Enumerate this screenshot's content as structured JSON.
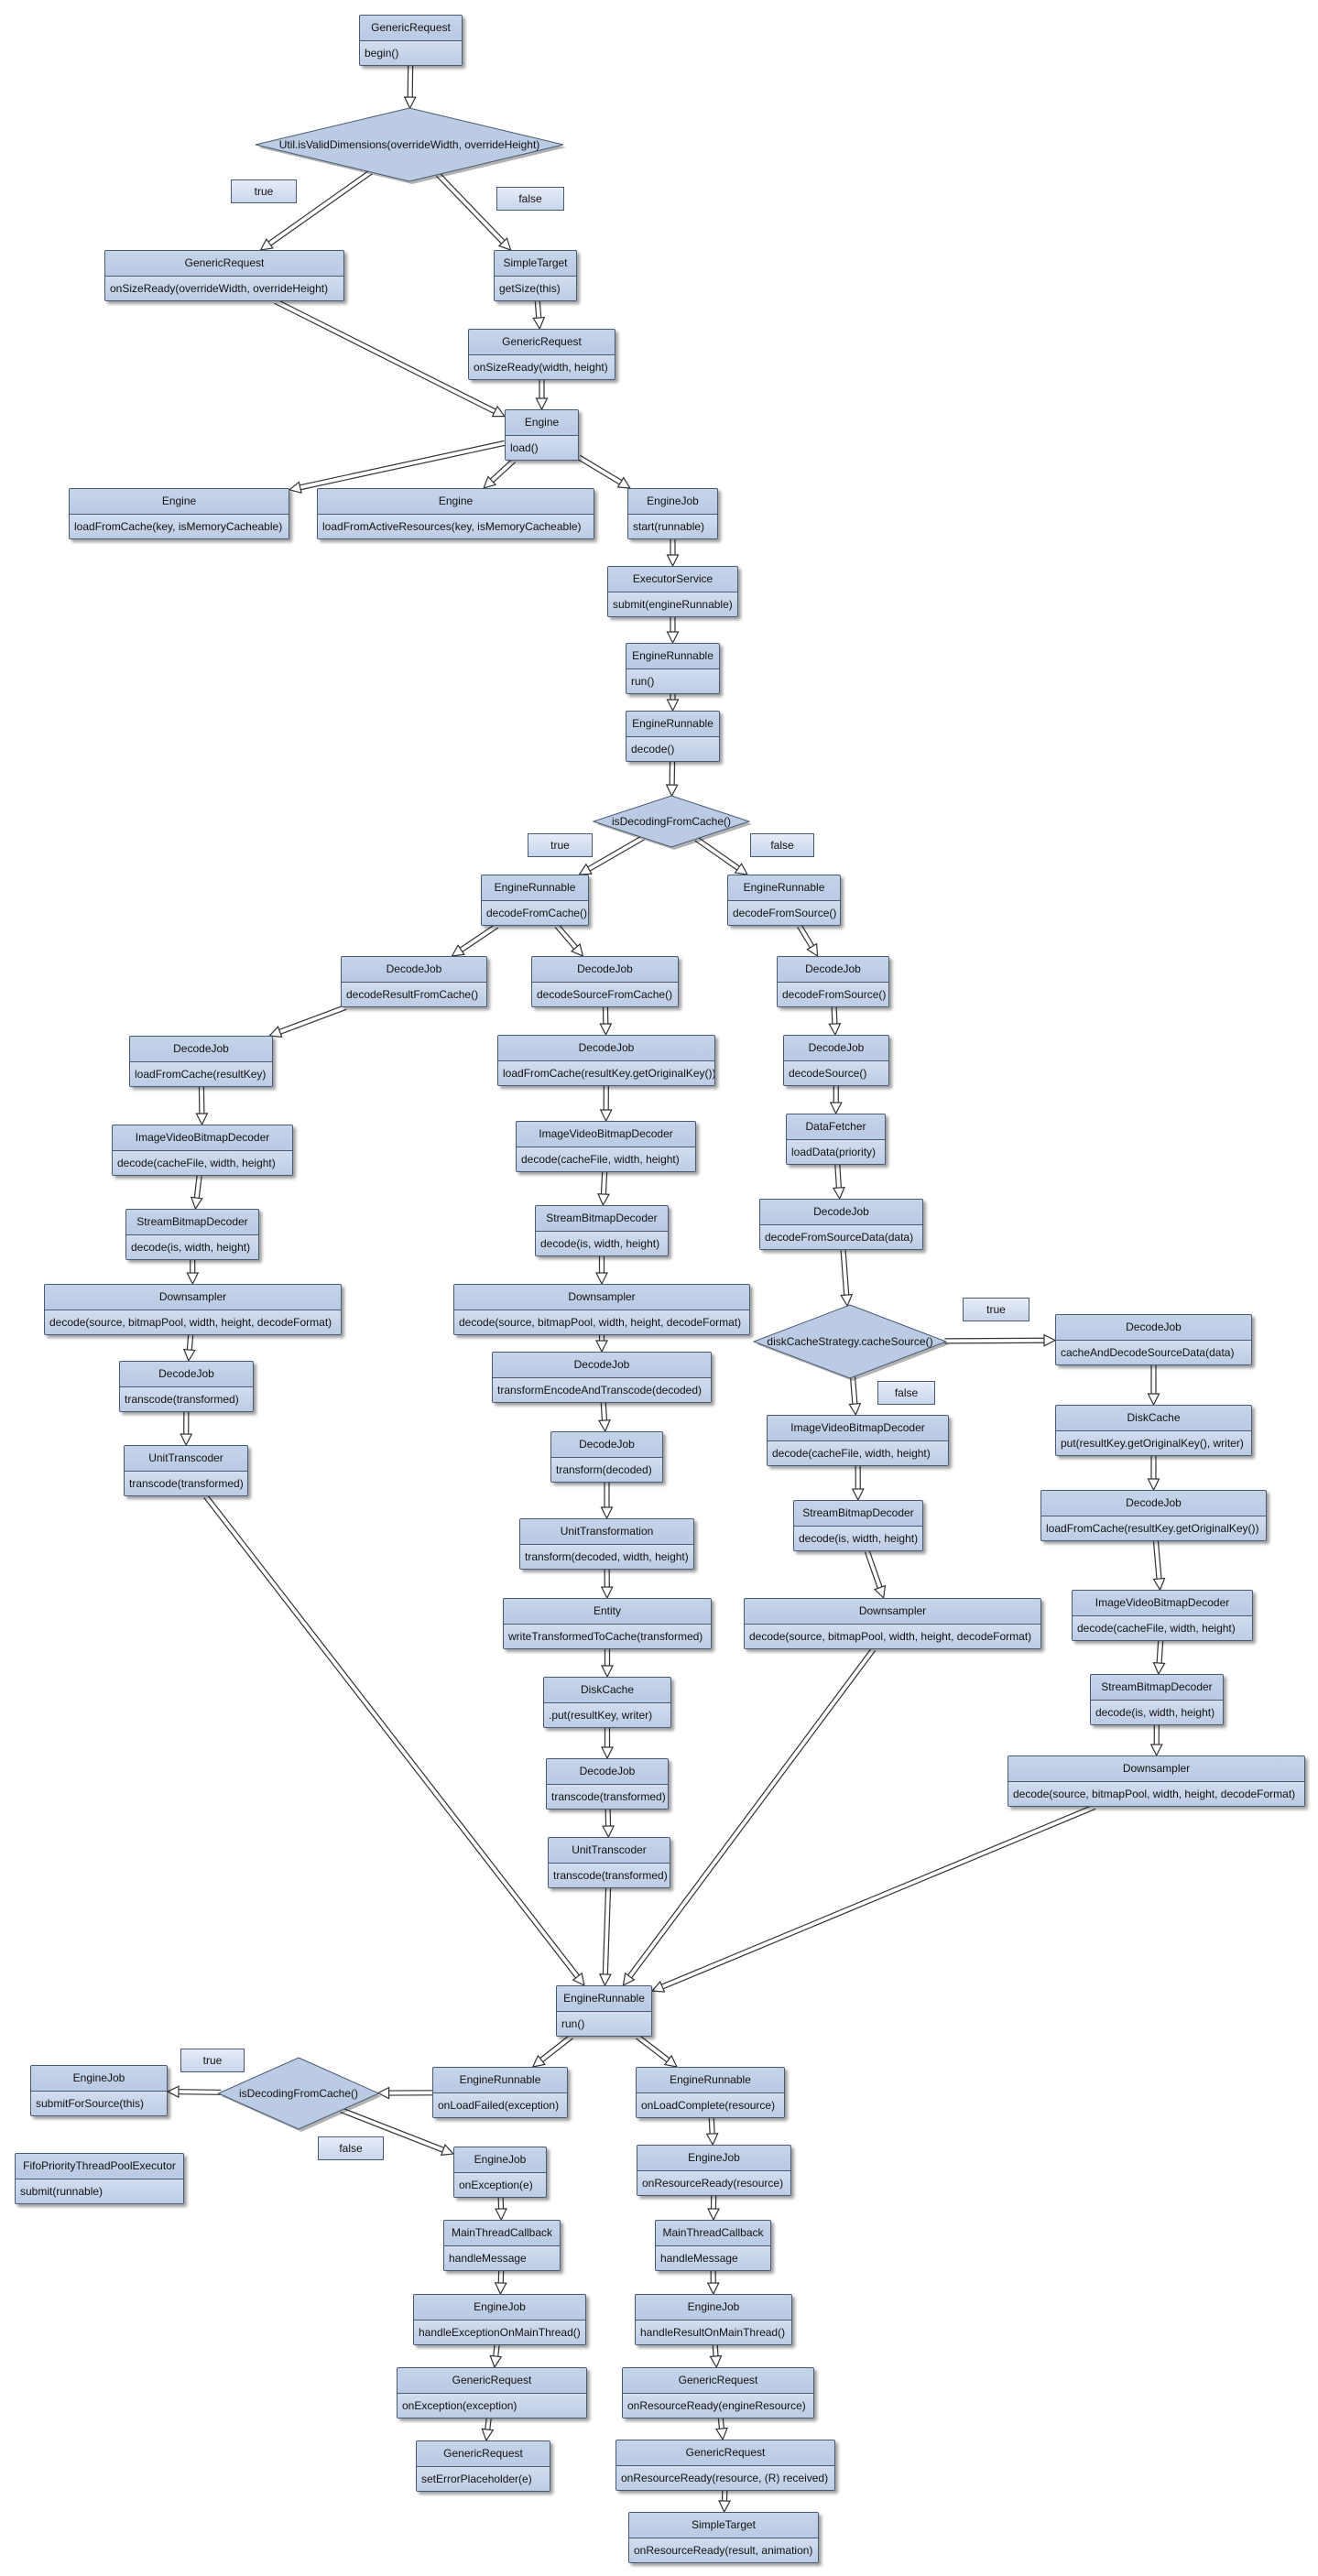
{
  "nodes": [
    {
      "id": "n1",
      "title": "GenericRequest",
      "method": "begin()"
    },
    {
      "id": "n2",
      "title": "GenericRequest",
      "method": "onSizeReady(overrideWidth, overrideHeight)"
    },
    {
      "id": "n3",
      "title": "SimpleTarget",
      "method": "getSize(this)"
    },
    {
      "id": "n4",
      "title": "GenericRequest",
      "method": "onSizeReady(width, height)"
    },
    {
      "id": "n5",
      "title": "Engine",
      "method": "load()"
    },
    {
      "id": "n6",
      "title": "Engine",
      "method": "loadFromCache(key, isMemoryCacheable)"
    },
    {
      "id": "n7",
      "title": "Engine",
      "method": "loadFromActiveResources(key, isMemoryCacheable)"
    },
    {
      "id": "n8",
      "title": "EngineJob",
      "method": "start(runnable)"
    },
    {
      "id": "n9",
      "title": "ExecutorService",
      "method": "submit(engineRunnable)"
    },
    {
      "id": "n10",
      "title": "EngineRunnable",
      "method": "run()"
    },
    {
      "id": "n11",
      "title": "EngineRunnable",
      "method": "decode()"
    },
    {
      "id": "n12",
      "title": "EngineRunnable",
      "method": "decodeFromCache()"
    },
    {
      "id": "n13",
      "title": "EngineRunnable",
      "method": "decodeFromSource()"
    },
    {
      "id": "n14",
      "title": "DecodeJob",
      "method": "decodeResultFromCache()"
    },
    {
      "id": "n15",
      "title": "DecodeJob",
      "method": "decodeSourceFromCache()"
    },
    {
      "id": "n16",
      "title": "DecodeJob",
      "method": "decodeFromSource()"
    },
    {
      "id": "n17",
      "title": "DecodeJob",
      "method": "loadFromCache(resultKey)"
    },
    {
      "id": "n18",
      "title": "DecodeJob",
      "method": "loadFromCache(resultKey.getOriginalKey())"
    },
    {
      "id": "n19",
      "title": "DecodeJob",
      "method": "decodeSource()"
    },
    {
      "id": "n20",
      "title": "ImageVideoBitmapDecoder",
      "method": "decode(cacheFile, width, height)"
    },
    {
      "id": "n21",
      "title": "ImageVideoBitmapDecoder",
      "method": "decode(cacheFile, width, height)"
    },
    {
      "id": "n22",
      "title": "DataFetcher",
      "method": "loadData(priority)"
    },
    {
      "id": "n23",
      "title": "StreamBitmapDecoder",
      "method": "decode(is, width, height)"
    },
    {
      "id": "n24",
      "title": "StreamBitmapDecoder",
      "method": "decode(is, width, height)"
    },
    {
      "id": "n25",
      "title": "DecodeJob",
      "method": "decodeFromSourceData(data)"
    },
    {
      "id": "n26",
      "title": "Downsampler",
      "method": "decode(source, bitmapPool, width, height, decodeFormat)"
    },
    {
      "id": "n27",
      "title": "Downsampler",
      "method": "decode(source, bitmapPool, width, height, decodeFormat)"
    },
    {
      "id": "n28",
      "title": "DecodeJob",
      "method": "transcode(transformed)"
    },
    {
      "id": "n29",
      "title": "DecodeJob",
      "method": "transformEncodeAndTranscode(decoded)"
    },
    {
      "id": "n30",
      "title": "DecodeJob",
      "method": "cacheAndDecodeSourceData(data)"
    },
    {
      "id": "n31",
      "title": "UnitTranscoder",
      "method": "transcode(transformed)"
    },
    {
      "id": "n32",
      "title": "DecodeJob",
      "method": "transform(decoded)"
    },
    {
      "id": "n33",
      "title": "ImageVideoBitmapDecoder",
      "method": "decode(cacheFile, width, height)"
    },
    {
      "id": "n34",
      "title": "DiskCache",
      "method": "put(resultKey.getOriginalKey(), writer)"
    },
    {
      "id": "n35",
      "title": "StreamBitmapDecoder",
      "method": "decode(is, width, height)"
    },
    {
      "id": "n36",
      "title": "DecodeJob",
      "method": "loadFromCache(resultKey.getOriginalKey())"
    },
    {
      "id": "n37",
      "title": "UnitTransformation",
      "method": "transform(decoded, width, height)"
    },
    {
      "id": "n38",
      "title": "Downsampler",
      "method": "decode(source, bitmapPool, width, height, decodeFormat)"
    },
    {
      "id": "n39",
      "title": "ImageVideoBitmapDecoder",
      "method": "decode(cacheFile, width, height)"
    },
    {
      "id": "n40",
      "title": "Entity",
      "method": "writeTransformedToCache(transformed)"
    },
    {
      "id": "n41",
      "title": "DiskCache",
      "method": ".put(resultKey, writer)"
    },
    {
      "id": "n42",
      "title": "StreamBitmapDecoder",
      "method": "decode(is, width, height)"
    },
    {
      "id": "n43",
      "title": "DecodeJob",
      "method": "transcode(transformed)"
    },
    {
      "id": "n44",
      "title": "Downsampler",
      "method": "decode(source, bitmapPool, width, height, decodeFormat)"
    },
    {
      "id": "n45",
      "title": "UnitTranscoder",
      "method": "transcode(transformed)"
    },
    {
      "id": "n46",
      "title": "EngineRunnable",
      "method": "run()"
    },
    {
      "id": "n47",
      "title": "EngineJob",
      "method": "submitForSource(this)"
    },
    {
      "id": "n48",
      "title": "EngineRunnable",
      "method": "onLoadFailed(exception)"
    },
    {
      "id": "n49",
      "title": "EngineRunnable",
      "method": "onLoadComplete(resource)"
    },
    {
      "id": "n50",
      "title": "FifoPriorityThreadPoolExecutor",
      "method": "submit(runnable)"
    },
    {
      "id": "n51",
      "title": "EngineJob",
      "method": "onException(e)"
    },
    {
      "id": "n52",
      "title": "EngineJob",
      "method": "onResourceReady(resource)"
    },
    {
      "id": "n53",
      "title": "MainThreadCallback",
      "method": "handleMessage"
    },
    {
      "id": "n54",
      "title": "MainThreadCallback",
      "method": "handleMessage"
    },
    {
      "id": "n55",
      "title": "EngineJob",
      "method": "handleExceptionOnMainThread()"
    },
    {
      "id": "n56",
      "title": "EngineJob",
      "method": "handleResultOnMainThread()"
    },
    {
      "id": "n57",
      "title": "GenericRequest",
      "method": "onException(exception)"
    },
    {
      "id": "n58",
      "title": "GenericRequest",
      "method": "onResourceReady(engineResource)"
    },
    {
      "id": "n59",
      "title": "GenericRequest",
      "method": "setErrorPlaceholder(e)"
    },
    {
      "id": "n60",
      "title": "GenericRequest",
      "method": "onResourceReady(resource, (R) received)"
    },
    {
      "id": "n61",
      "title": "SimpleTarget",
      "method": "onResourceReady(result, animation)"
    }
  ],
  "decisions": [
    {
      "id": "d1",
      "text": "Util.isValidDimensions(overrideWidth, overrideHeight)"
    },
    {
      "id": "d2",
      "text": "isDecodingFromCache()"
    },
    {
      "id": "d3",
      "text": "diskCacheStrategy.cacheSource()"
    },
    {
      "id": "d4",
      "text": "isDecodingFromCache()"
    }
  ],
  "labels": [
    {
      "id": "l1",
      "text": "true"
    },
    {
      "id": "l2",
      "text": "false"
    },
    {
      "id": "l3",
      "text": "true"
    },
    {
      "id": "l4",
      "text": "false"
    },
    {
      "id": "l5",
      "text": "true"
    },
    {
      "id": "l6",
      "text": "false"
    },
    {
      "id": "l7",
      "text": "true"
    },
    {
      "id": "l8",
      "text": "false"
    }
  ],
  "edges": [
    [
      "n1",
      "d1"
    ],
    [
      "d1",
      "n2"
    ],
    [
      "d1",
      "n3"
    ],
    [
      "n3",
      "n4"
    ],
    [
      "n2",
      "n5"
    ],
    [
      "n4",
      "n5"
    ],
    [
      "n5",
      "n6"
    ],
    [
      "n5",
      "n7"
    ],
    [
      "n5",
      "n8"
    ],
    [
      "n8",
      "n9"
    ],
    [
      "n9",
      "n10"
    ],
    [
      "n10",
      "n11"
    ],
    [
      "n11",
      "d2"
    ],
    [
      "d2",
      "n12"
    ],
    [
      "d2",
      "n13"
    ],
    [
      "n12",
      "n14"
    ],
    [
      "n12",
      "n15"
    ],
    [
      "n13",
      "n16"
    ],
    [
      "n14",
      "n17"
    ],
    [
      "n17",
      "n20"
    ],
    [
      "n20",
      "n23"
    ],
    [
      "n23",
      "n26"
    ],
    [
      "n26",
      "n28"
    ],
    [
      "n28",
      "n31"
    ],
    [
      "n31",
      "n46"
    ],
    [
      "n15",
      "n18"
    ],
    [
      "n18",
      "n21"
    ],
    [
      "n21",
      "n24"
    ],
    [
      "n24",
      "n27"
    ],
    [
      "n27",
      "n29"
    ],
    [
      "n29",
      "n32"
    ],
    [
      "n32",
      "n37"
    ],
    [
      "n37",
      "n40"
    ],
    [
      "n40",
      "n41"
    ],
    [
      "n41",
      "n43"
    ],
    [
      "n43",
      "n45"
    ],
    [
      "n45",
      "n46"
    ],
    [
      "n16",
      "n19"
    ],
    [
      "n19",
      "n22"
    ],
    [
      "n22",
      "n25"
    ],
    [
      "n25",
      "d3"
    ],
    [
      "d3",
      "n30"
    ],
    [
      "d3",
      "n33"
    ],
    [
      "n33",
      "n35"
    ],
    [
      "n35",
      "n38"
    ],
    [
      "n38",
      "n46"
    ],
    [
      "n30",
      "n34"
    ],
    [
      "n34",
      "n36"
    ],
    [
      "n36",
      "n39"
    ],
    [
      "n39",
      "n42"
    ],
    [
      "n42",
      "n44"
    ],
    [
      "n44",
      "n46"
    ],
    [
      "n46",
      "n48"
    ],
    [
      "n46",
      "n49"
    ],
    [
      "n48",
      "d4"
    ],
    [
      "d4",
      "n47"
    ],
    [
      "d4",
      "n51"
    ],
    [
      "n51",
      "n53"
    ],
    [
      "n53",
      "n55"
    ],
    [
      "n55",
      "n57"
    ],
    [
      "n57",
      "n59"
    ],
    [
      "n49",
      "n52"
    ],
    [
      "n52",
      "n54"
    ],
    [
      "n54",
      "n56"
    ],
    [
      "n56",
      "n58"
    ],
    [
      "n58",
      "n60"
    ],
    [
      "n60",
      "n61"
    ]
  ]
}
